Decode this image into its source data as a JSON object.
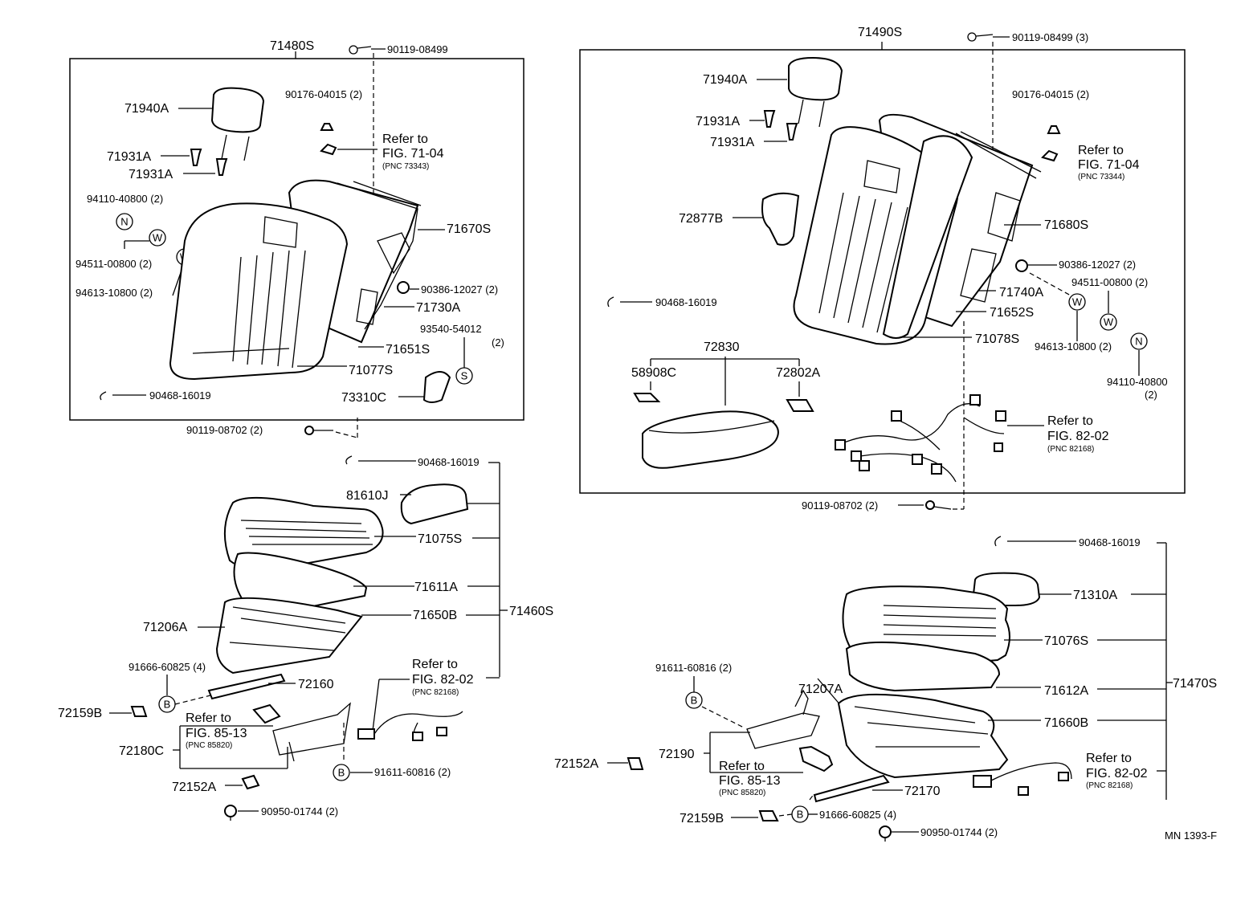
{
  "labels": {
    "p71480S": "71480S",
    "p90119_08499_a": "90119-08499",
    "p90176_04015_a": "90176-04015 (2)",
    "p71940A_a": "71940A",
    "p71931A_a1": "71931A",
    "p71931A_a2": "71931A",
    "p94110_40800_a": "94110-40800 (2)",
    "p94511_00800_a": "94511-00800 (2)",
    "p94613_10800_a": "94613-10800 (2)",
    "ref_a_line1": "Refer to",
    "ref_a_line2": "FIG. 71-04",
    "ref_a_pnc": "(PNC 73343)",
    "p71670S": "71670S",
    "p90386_12027_a": "90386-12027 (2)",
    "p71730A": "71730A",
    "p93540_54012": "93540-54012",
    "p93540_qty": "(2)",
    "p71651S": "71651S",
    "p71077S": "71077S",
    "p90468_16019_a": "90468-16019",
    "p73310C": "73310C",
    "p90119_08702_a": "90119-08702 (2)",
    "p71490S": "71490S",
    "p90119_08499_b": "90119-08499 (3)",
    "p71940A_b": "71940A",
    "p71931A_b1": "71931A",
    "p71931A_b2": "71931A",
    "p90176_04015_b": "90176-04015 (2)",
    "ref_b_line1": "Refer to",
    "ref_b_line2": "FIG. 71-04",
    "ref_b_pnc": "(PNC 73344)",
    "p72877B": "72877B",
    "p71680S": "71680S",
    "p90386_12027_b": "90386-12027 (2)",
    "p90468_16019_b": "90468-16019",
    "p71740A": "71740A",
    "p94511_00800_b": "94511-00800 (2)",
    "p71652S": "71652S",
    "p94613_10800_b": "94613-10800 (2)",
    "p71078S": "71078S",
    "p94110_40800_b": "94110-40800",
    "p94110_qty_b": "(2)",
    "p72830": "72830",
    "p58908C": "58908C",
    "p72802A": "72802A",
    "ref_c_line1": "Refer to",
    "ref_c_line2": "FIG. 82-02",
    "ref_c_pnc": "(PNC 82168)",
    "p90119_08702_b": "90119-08702 (2)",
    "p90468_16019_c": "90468-16019",
    "p81610J": "81610J",
    "p71075S": "71075S",
    "p71611A": "71611A",
    "p71206A": "71206A",
    "p71650B": "71650B",
    "p71460S": "71460S",
    "p91666_60825_a": "91666-60825 (4)",
    "p72160": "72160",
    "ref_d_line1": "Refer to",
    "ref_d_line2": "FIG. 82-02",
    "ref_d_pnc": "(PNC 82168)",
    "p72159B_a": "72159B",
    "ref_e_line1": "Refer to",
    "ref_e_line2": "FIG. 85-13",
    "ref_e_pnc": "(PNC 85820)",
    "p72180C": "72180C",
    "p91611_60816_a": "91611-60816 (2)",
    "p72152A_a": "72152A",
    "p90950_01744_a": "90950-01744 (2)",
    "p90468_16019_d": "90468-16019",
    "p71310A": "71310A",
    "p71076S": "71076S",
    "p91611_60816_b": "91611-60816 (2)",
    "p71207A": "71207A",
    "p71612A": "71612A",
    "p71470S": "71470S",
    "p71660B": "71660B",
    "ref_f_line1": "Refer to",
    "ref_f_line2": "FIG. 82-02",
    "ref_f_pnc": "(PNC 82168)",
    "p72152A_b": "72152A",
    "p72190": "72190",
    "ref_g_line1": "Refer to",
    "ref_g_line2": "FIG. 85-13",
    "ref_g_pnc": "(PNC 85820)",
    "p72170": "72170",
    "p72159B_b": "72159B",
    "p91666_60825_b": "91666-60825 (4)",
    "p90950_01744_b": "90950-01744 (2)",
    "mn_code": "MN 1393-F"
  },
  "symbols": {
    "N": "N",
    "W": "W",
    "S": "S",
    "B": "B"
  }
}
